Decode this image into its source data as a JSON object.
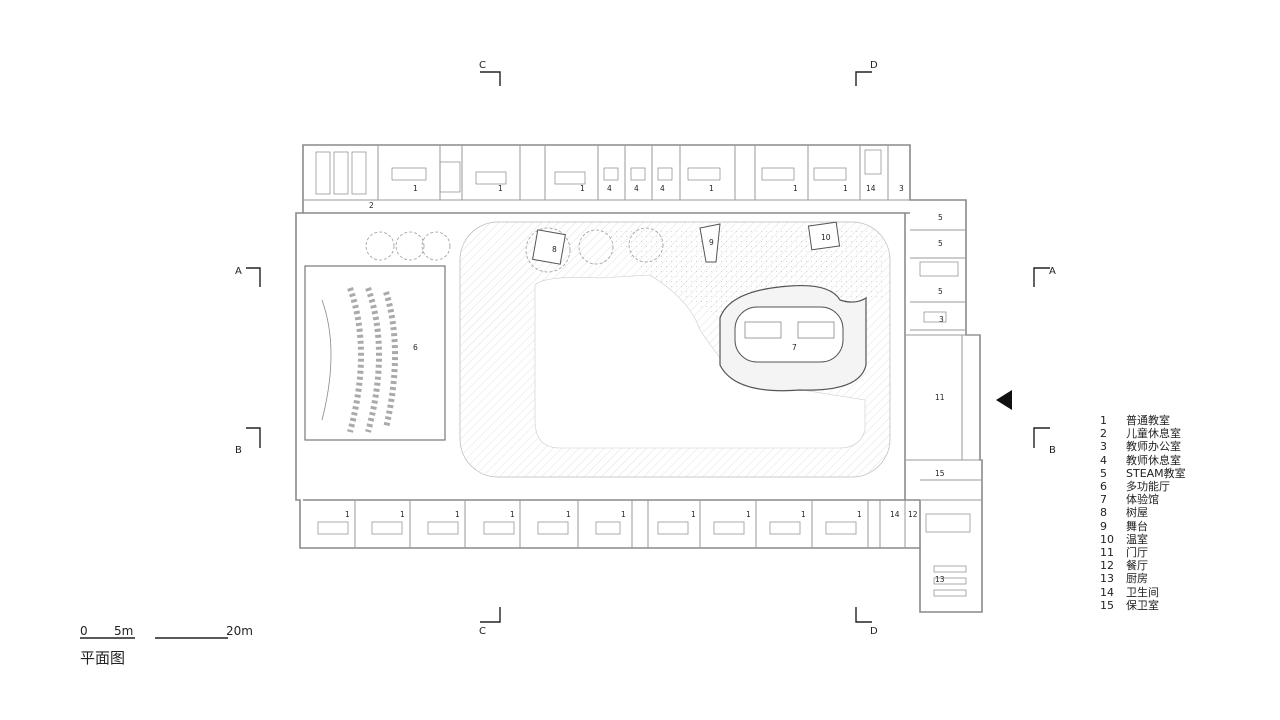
{
  "section_marks": {
    "a": "A",
    "b": "B",
    "c": "C",
    "d": "D"
  },
  "rooms": {
    "r1": "1",
    "r2": "2",
    "r3": "3",
    "r4": "4",
    "r5": "5",
    "r6": "6",
    "r7": "7",
    "r8": "8",
    "r9": "9",
    "r10": "10",
    "r11": "11",
    "r12": "12",
    "r13": "13",
    "r14": "14",
    "r15": "15"
  },
  "legend": [
    {
      "num": "1",
      "label": "普通教室"
    },
    {
      "num": "2",
      "label": "儿童休息室"
    },
    {
      "num": "3",
      "label": "教师办公室"
    },
    {
      "num": "4",
      "label": "教师休息室"
    },
    {
      "num": "5",
      "label": "STEAM教室"
    },
    {
      "num": "6",
      "label": "多功能厅"
    },
    {
      "num": "7",
      "label": "体验馆"
    },
    {
      "num": "8",
      "label": "树屋"
    },
    {
      "num": "9",
      "label": "舞台"
    },
    {
      "num": "10",
      "label": "温室"
    },
    {
      "num": "11",
      "label": "门厅"
    },
    {
      "num": "12",
      "label": "餐厅"
    },
    {
      "num": "13",
      "label": "厨房"
    },
    {
      "num": "14",
      "label": "卫生间"
    },
    {
      "num": "15",
      "label": "保卫室"
    }
  ],
  "scale_bar": {
    "zero": "0",
    "mid": "5m",
    "end": "20m"
  },
  "plan_title": "平面图"
}
